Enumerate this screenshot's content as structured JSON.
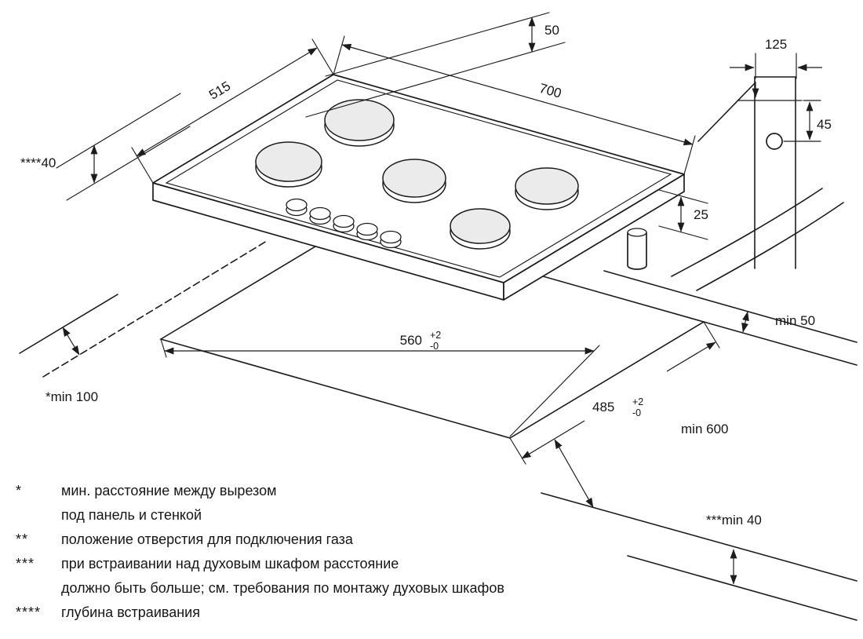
{
  "diagram": {
    "dims": {
      "burner_offset": "50",
      "hob_depth": "515",
      "hob_width": "700",
      "gas_hole_offset_x": "125",
      "gas_hole_offset_y": "45",
      "profile_height": "25",
      "embedding_depth": "****40",
      "cutout_width": {
        "value": "560",
        "tol_plus": "+2",
        "tol_minus": "-0"
      },
      "cutout_depth": {
        "value": "485",
        "tol_plus": "+2",
        "tol_minus": "-0"
      },
      "rear_clearance": "min 50",
      "wall_clearance": "*min 100",
      "front_clearance": "min 600",
      "oven_clearance": "***min 40"
    },
    "footnotes": [
      {
        "marker": "*",
        "lines": [
          "мин. расстояние между вырезом",
          "под панель и стенкой"
        ]
      },
      {
        "marker": "**",
        "lines": [
          "положение отверстия для подключения газа"
        ]
      },
      {
        "marker": "***",
        "lines": [
          "при встраивании над духовым шкафом расстояние",
          "должно быть больше; см. требования по монтажу духовых шкафов"
        ]
      },
      {
        "marker": "****",
        "lines": [
          "глубина встраивания"
        ]
      }
    ],
    "colors": {
      "line": "#1c1c1c",
      "burner_fill": "#ebebeb",
      "background": "#ffffff"
    }
  }
}
